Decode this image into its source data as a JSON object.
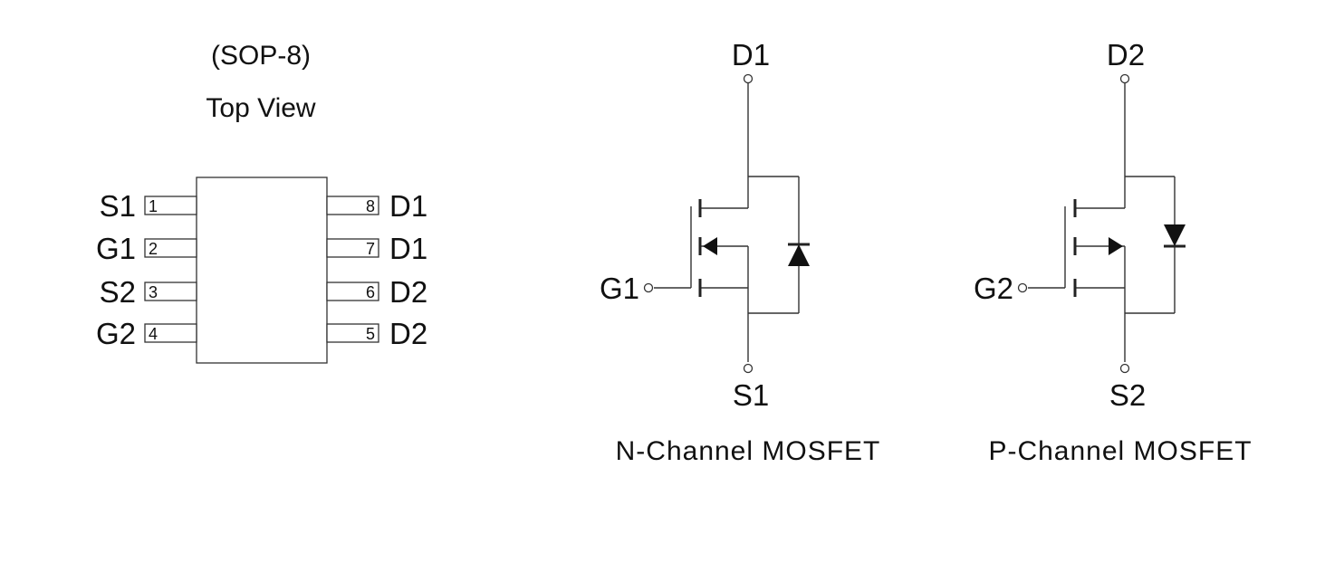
{
  "package": {
    "name": "(SOP-8)",
    "view": "Top View",
    "pins": [
      {
        "number": "1",
        "label": "S1"
      },
      {
        "number": "2",
        "label": "G1"
      },
      {
        "number": "3",
        "label": "S2"
      },
      {
        "number": "4",
        "label": "G2"
      },
      {
        "number": "5",
        "label": "D2"
      },
      {
        "number": "6",
        "label": "D2"
      },
      {
        "number": "7",
        "label": "D1"
      },
      {
        "number": "8",
        "label": "D1"
      }
    ]
  },
  "mosfets": [
    {
      "type": "N-Channel",
      "caption": "N-Channel MOSFET",
      "drain_label": "D1",
      "gate_label": "G1",
      "source_label": "S1"
    },
    {
      "type": "P-Channel",
      "caption": "P-Channel MOSFET",
      "drain_label": "D2",
      "gate_label": "G2",
      "source_label": "S2"
    }
  ],
  "colors": {
    "line": "#333333",
    "text": "#111111",
    "background": "#ffffff"
  }
}
